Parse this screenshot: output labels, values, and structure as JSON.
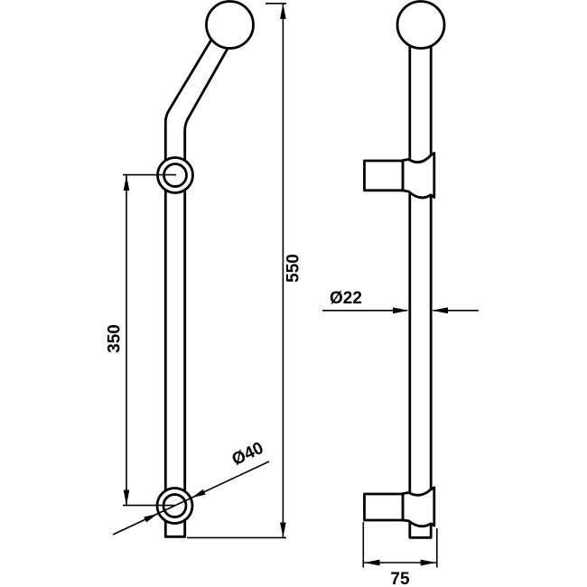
{
  "drawing": {
    "type": "technical-drawing",
    "background_color": "#ffffff",
    "line_color": "#000000",
    "views": {
      "front": {
        "parts": [
          "handle-ball",
          "angled-handle-arm",
          "rail-tube",
          "top-mount-flange",
          "bottom-mount-flange"
        ]
      },
      "side": {
        "parts": [
          "handle-ball",
          "rail-tube",
          "top-wall-bracket",
          "bottom-wall-bracket"
        ]
      }
    },
    "dimensions": {
      "overall_height": {
        "label": "550"
      },
      "flange_spacing": {
        "label": "350"
      },
      "flange_diameter": {
        "label": "Ø40"
      },
      "tube_diameter": {
        "label": "Ø22"
      },
      "bracket_depth": {
        "label": "75"
      }
    }
  }
}
